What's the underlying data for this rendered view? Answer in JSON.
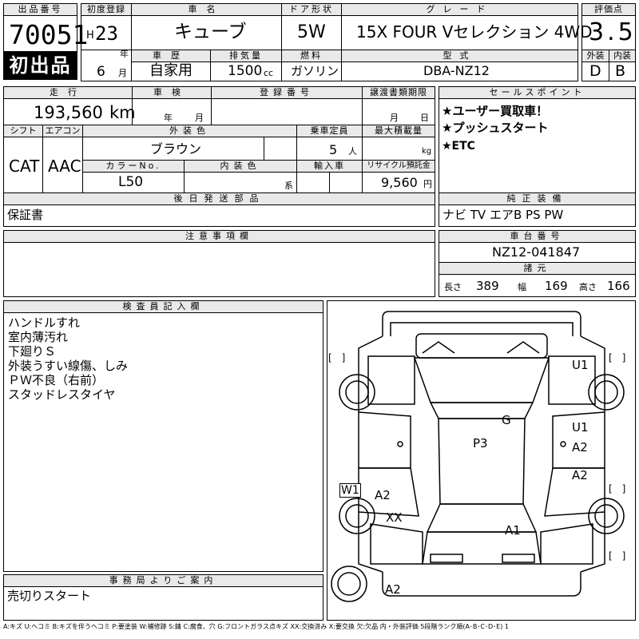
{
  "header": {
    "lot_no_label": "出品番号",
    "lot_no": "70051",
    "first_listing": "初出品",
    "first_reg_label": "初度登録",
    "era": "H",
    "year": "23",
    "year_unit": "年",
    "month": "6",
    "month_unit": "月",
    "car_name_label": "車名",
    "car_name": "キューブ",
    "door_label": "ドア形状",
    "door": "5W",
    "grade_label": "グレード",
    "grade": "15X FOUR Vセレクション 4WD",
    "score_label": "評価点",
    "score": "3.5",
    "history_label": "車歴",
    "history": "自家用",
    "displacement_label": "排気量",
    "displacement": "1500",
    "displacement_unit": "cc",
    "fuel_label": "燃料",
    "fuel": "ガソリン",
    "model_label": "型式",
    "model": "DBA-NZ12",
    "ext_label": "外装",
    "ext_grade": "D",
    "int_label": "内装",
    "int_grade": "B"
  },
  "specs": {
    "mileage_label": "走行",
    "mileage": "193,560",
    "mileage_unit": "km",
    "inspection_label": "車検",
    "inspection_year": "年",
    "inspection_month": "月",
    "reg_no_label": "登録番号",
    "transfer_label": "譲渡書類期限",
    "transfer_month": "月",
    "transfer_day": "日",
    "shift_label": "シフト",
    "shift": "CAT",
    "ac_label": "エアコン",
    "ac": "AAC",
    "color_label": "外装色",
    "color": "ブラウン",
    "capacity_label": "乗車定員",
    "capacity": "5",
    "capacity_unit": "人",
    "load_label": "最大積載量",
    "load_unit": "kg",
    "color_no_label": "カラーNo.",
    "color_no": "L50",
    "interior_color_label": "内装色",
    "interior_unit": "系",
    "import_label": "輸入車",
    "recycle_label": "リサイクル預託金",
    "recycle": "9,560",
    "recycle_unit": "円",
    "later_parts_label": "後日発送部品",
    "later_parts": "保証書"
  },
  "sales_points": {
    "label": "セールスポイント",
    "items": [
      "★ユーザー買取車！",
      "★プッシュスタート",
      "★ETC"
    ]
  },
  "equipment": {
    "label": "純正装備",
    "value": "ナビ TV エアB PS PW"
  },
  "notes": {
    "label": "注意事項欄",
    "value": ""
  },
  "chassis": {
    "label": "車台番号",
    "value": "NZ12-041847",
    "dims_label": "諸元",
    "length_label": "長さ",
    "length": "389",
    "width_label": "幅",
    "width": "169",
    "height_label": "高さ",
    "height": "166"
  },
  "inspector": {
    "label": "検査員記入欄",
    "lines": [
      "ハンドルすれ",
      "室内薄汚れ",
      "下廻りＳ",
      "外装うすい線傷、しみ",
      "ＰＷ不良（右前）",
      "スタッドレスタイヤ"
    ]
  },
  "office": {
    "label": "事務局よりご案内",
    "value": "売切りスタート"
  },
  "diagram": {
    "marks": {
      "u1a": "U1",
      "g": "G",
      "u1b": "U1",
      "a2a": "A2",
      "p3": "P3",
      "a2b": "A2",
      "w1": "W1",
      "a2c": "A2",
      "xx": "XX",
      "a1": "A1",
      "a2d": "A2"
    },
    "bracket": "[　]"
  },
  "legend": "A:キズ U:ヘコミ B:キズを伴うヘコミ P:要塗装 W:補修跡 S:錆 C:腐食、穴 G:フロントガラス点キズ XX:交換済み X:要交換 欠:欠品 内・外装評価 5段階ランク順(A･B･C･D･E) 1"
}
